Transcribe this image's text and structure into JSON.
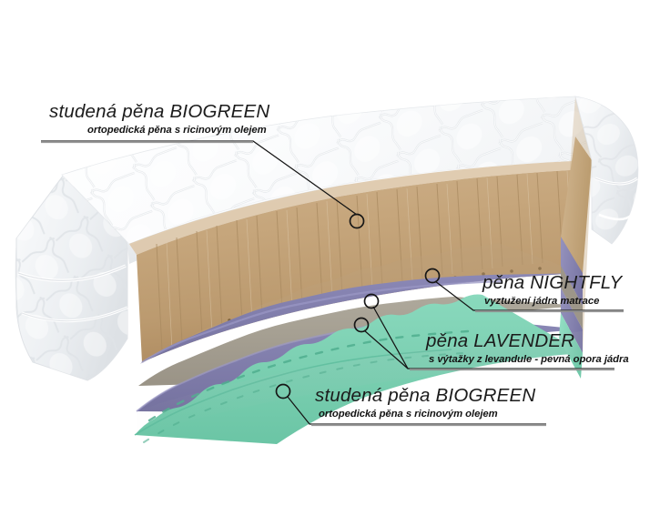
{
  "diagram": {
    "subject": "mattress-cutaway",
    "background_color": "#ffffff",
    "callouts": [
      {
        "id": "biogreen-top",
        "title": "studená pěna BIOGREEN",
        "subtitle": "ortopedická pěna s ricinovým olejem",
        "layer": "top-comfort-foam"
      },
      {
        "id": "nightfly",
        "title": "pěna NIGHTFLY",
        "subtitle": "vyztužení jádra matrace",
        "layer": "core-reinforcement-foam"
      },
      {
        "id": "lavender",
        "title": "pěna LAVENDER",
        "subtitle": "s výtažky z levandule - pevná opora jádra",
        "layer": "lavender-support-foam"
      },
      {
        "id": "biogreen-bottom",
        "title": "studená pěna BIOGREEN",
        "subtitle": "ortopedická pěna s ricinovým olejem",
        "layer": "bottom-comfort-foam"
      }
    ],
    "colors": {
      "cover_white": "#ffffff",
      "cover_shadow": "#e3e5e8",
      "biogreen_tan": "#c3a377",
      "biogreen_tan_dark": "#a98a60",
      "lavender_purple": "#7f7cab",
      "lavender_purple_dark": "#6a6794",
      "nightfly_mint": "#7fd2b4",
      "nightfly_mint_dark": "#5fbb9b",
      "gray_band": "#9d9689",
      "leader_line": "#1a1a1a"
    }
  }
}
